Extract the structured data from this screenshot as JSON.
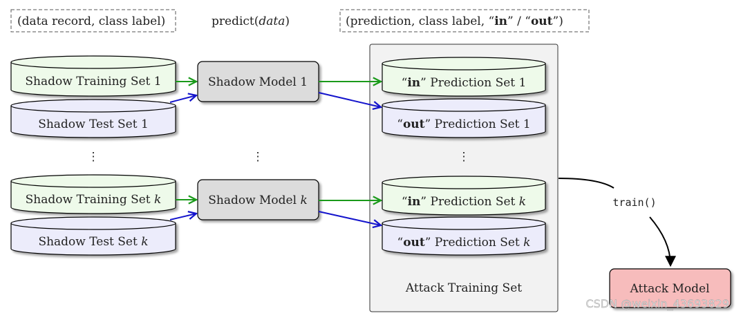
{
  "legend": {
    "input_tuple": "(data record, class label)",
    "predict_fn": "predict",
    "predict_arg": "data",
    "output_prefix": "(prediction, class label, “",
    "output_in": "in",
    "output_mid": "” / “",
    "output_out": "out",
    "output_suffix": "”)"
  },
  "shadow_train": {
    "label": "Shadow Training Set",
    "first": "1",
    "last": "k"
  },
  "shadow_test": {
    "label": "Shadow Test Set",
    "first": "1",
    "last": "k"
  },
  "shadow_model": {
    "label": "Shadow Model",
    "first": "1",
    "last": "k"
  },
  "pred_in": {
    "open": "“",
    "word": "in",
    "close": "”",
    "label": "Prediction Set",
    "first": "1",
    "last": "k"
  },
  "pred_out": {
    "open": "“",
    "word": "out",
    "close": "”",
    "label": "Prediction Set",
    "first": "1",
    "last": "k"
  },
  "ellipsis": "⋮",
  "attack_training_set": "Attack Training Set",
  "train_fn": "train()",
  "attack_model": "Attack Model",
  "watermark": "CSDN @weixin_43693829",
  "colors": {
    "train_fill": "#eefaea",
    "test_fill": "#ececfb",
    "model_fill": "#dcdcdc",
    "attack_fill": "#f7bcbc",
    "panel_fill": "#f2f2f2",
    "green_arrow": "#1a9a1a",
    "blue_arrow": "#1414cc"
  }
}
